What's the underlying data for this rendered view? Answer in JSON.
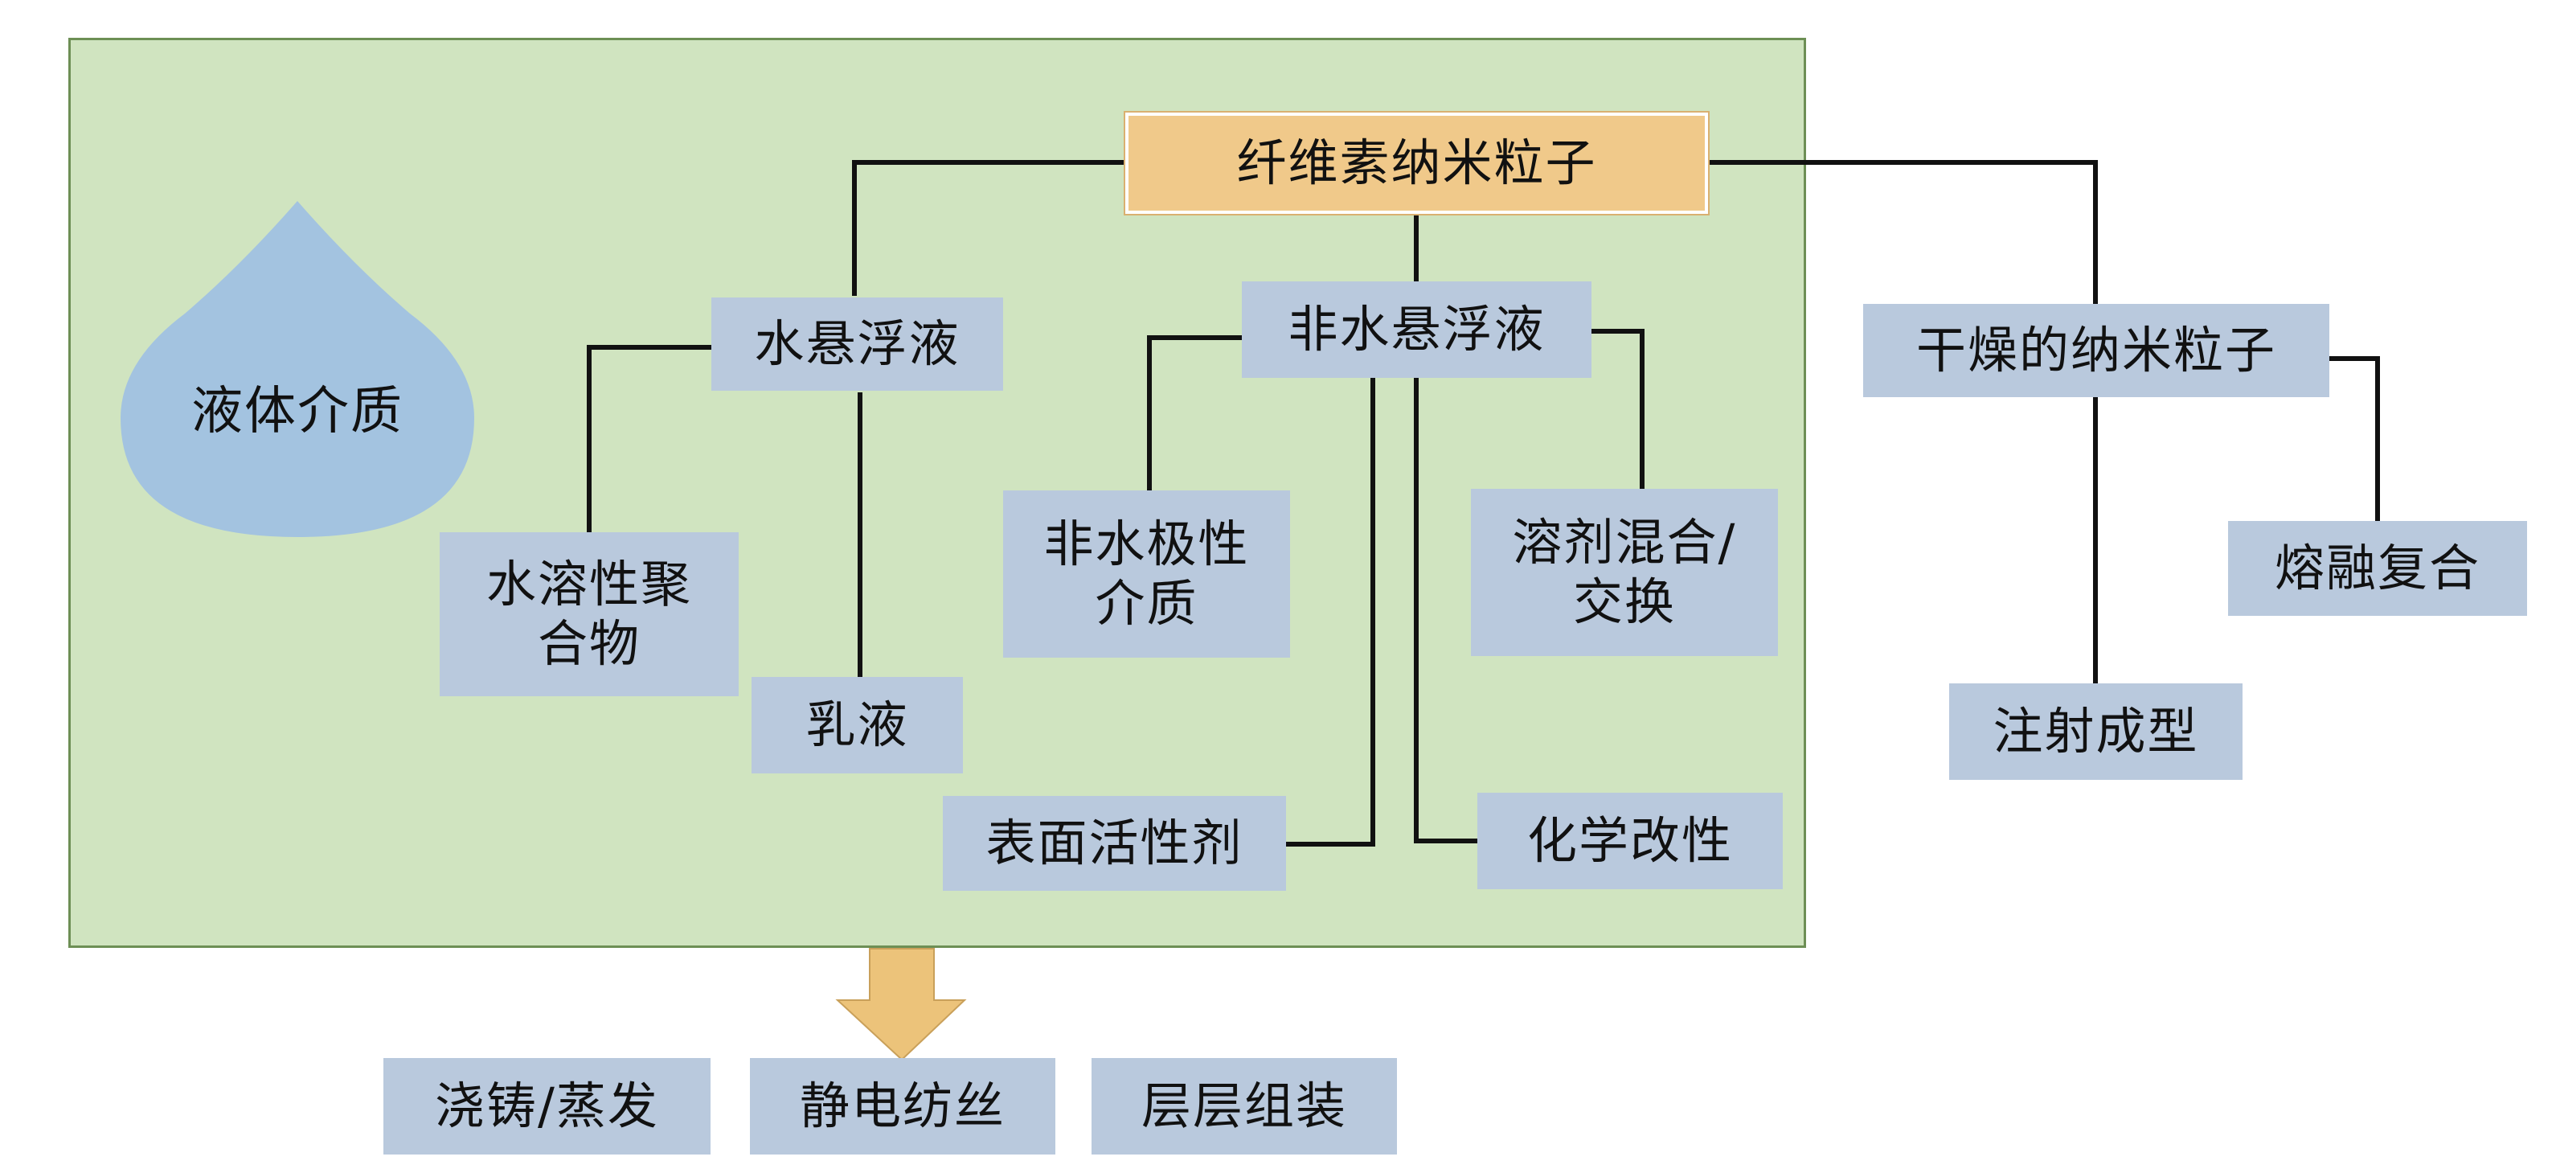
{
  "root": "纤维素纳米粒子",
  "medium": "液体介质",
  "aqueous": "水悬浮液",
  "water_soluble_polymer": "水溶性聚合物",
  "emulsion": "乳液",
  "nonaqueous": "非水悬浮液",
  "nonaqueous_polar_medium": "非水极性介质",
  "solvent_mix": "溶剂混合/交换",
  "surfactant": "表面活性剂",
  "chemical_modification": "化学改性",
  "dried_particles": "干燥的纳米粒子",
  "injection_molding": "注射成型",
  "melt_compounding": "熔融复合",
  "methods": [
    "浇铸/蒸发",
    "静电纺丝",
    "层层组装"
  ],
  "colors": {
    "panel": "#d0e4c0",
    "box": "#b9c9dd",
    "root": "#f0c98a",
    "drop": "#a3c3e0",
    "arrow": "#ecc37a"
  }
}
